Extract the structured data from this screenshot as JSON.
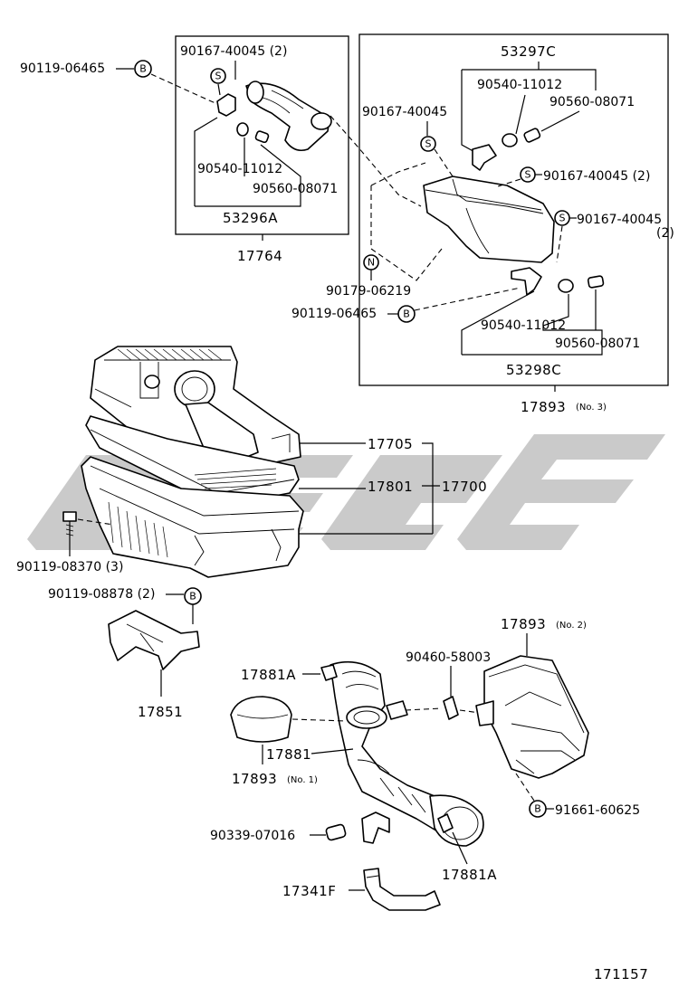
{
  "labels": {
    "p17764": "17764",
    "p53296A": "53296A",
    "p90119_06465_top": "90119-06465",
    "p90167_40045_2_left": "90167-40045 (2)",
    "p90540_11012_left": "90540-11012",
    "p90560_08071_left": "90560-08071",
    "p53297C": "53297C",
    "p90540_11012_rt": "90540-11012",
    "p90560_08071_rt": "90560-08071",
    "p90167_40045_mid": "90167-40045",
    "p90167_40045_2_rt": "90167-40045 (2)",
    "p90167_40045_rt2": "90167-40045",
    "p_qty_2": "(2)",
    "p90179_06219": "90179-06219",
    "p90119_06465_mid": "90119-06465",
    "p90540_11012_low": "90540-11012",
    "p90560_08071_low": "90560-08071",
    "p53298C": "53298C",
    "p17893": "17893",
    "p17893_no3": "(No. 3)",
    "p17705": "17705",
    "p17801": "17801",
    "p17700": "17700",
    "p90119_08370": "90119-08370 (3)",
    "p90119_08878": "90119-08878 (2)",
    "p17851": "17851",
    "p17893_b": "17893",
    "p17893_no2": "(No. 2)",
    "p90460_58003": "90460-58003",
    "p17881A_top": "17881A",
    "p17881": "17881",
    "p17893_c": "17893",
    "p17893_no1": "(No. 1)",
    "p91661_60625": "91661-60625",
    "p90339_07016": "90339-07016",
    "p17881A_bot": "17881A",
    "p17341F": "17341F",
    "p171157": "171157"
  },
  "symbols": {
    "bolt": "B",
    "screw": "S",
    "nut": "N"
  }
}
